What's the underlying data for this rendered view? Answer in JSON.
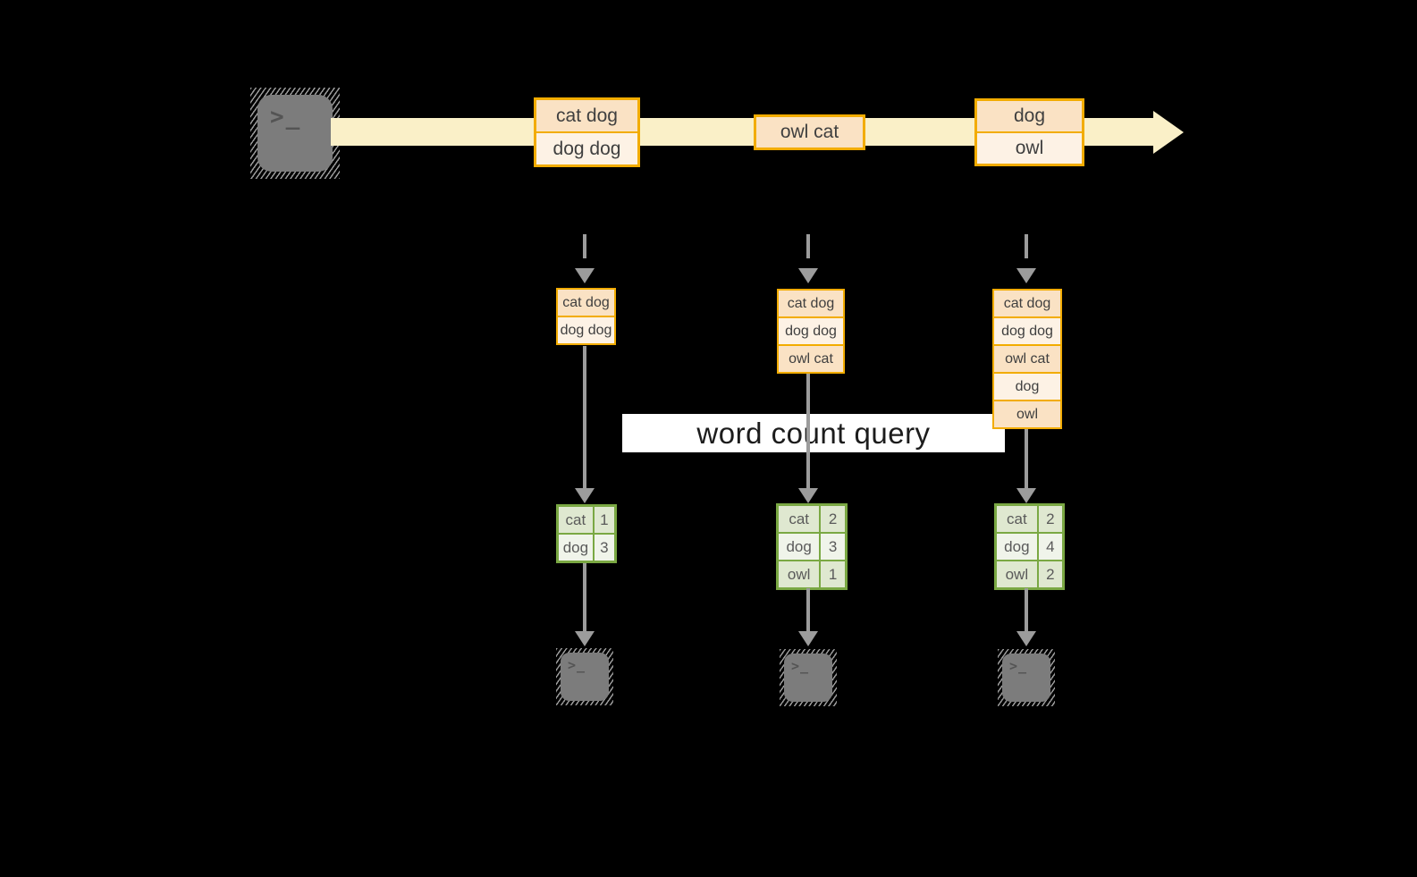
{
  "query_label": "word count query",
  "icons": {
    "terminal_glyph": ">_"
  },
  "colors": {
    "background": "#000000",
    "stream": "#faf0c8",
    "orange": "#f2ac00",
    "peach_dark": "#fae2c4",
    "peach_light": "#fdf2e5",
    "green": "#7aa843",
    "green_dark": "#dfe8d0",
    "green_light": "#f0f4ea",
    "arrow_grey": "#9c9c9c",
    "terminal_grey": "#7c7c7c",
    "terminal_hatch": "#9a9a9a",
    "label_bg": "#ffffff",
    "label_text": "#1c1c1c",
    "cell_text": "#3f3f3f",
    "table_text": "#5a5a5a"
  },
  "stream": {
    "batches": [
      {
        "cells": [
          "cat dog",
          "dog dog"
        ]
      },
      {
        "cells": [
          "owl cat"
        ]
      },
      {
        "cells": [
          "dog",
          "owl"
        ]
      }
    ]
  },
  "columns": [
    {
      "state": [
        "cat dog",
        "dog dog"
      ],
      "counts": [
        {
          "word": "cat",
          "count": 1
        },
        {
          "word": "dog",
          "count": 3
        }
      ]
    },
    {
      "state": [
        "cat dog",
        "dog dog",
        "owl cat"
      ],
      "counts": [
        {
          "word": "cat",
          "count": 2
        },
        {
          "word": "dog",
          "count": 3
        },
        {
          "word": "owl",
          "count": 1
        }
      ]
    },
    {
      "state": [
        "cat dog",
        "dog dog",
        "owl cat",
        "dog",
        "owl"
      ],
      "counts": [
        {
          "word": "cat",
          "count": 2
        },
        {
          "word": "dog",
          "count": 4
        },
        {
          "word": "owl",
          "count": 2
        }
      ]
    }
  ]
}
